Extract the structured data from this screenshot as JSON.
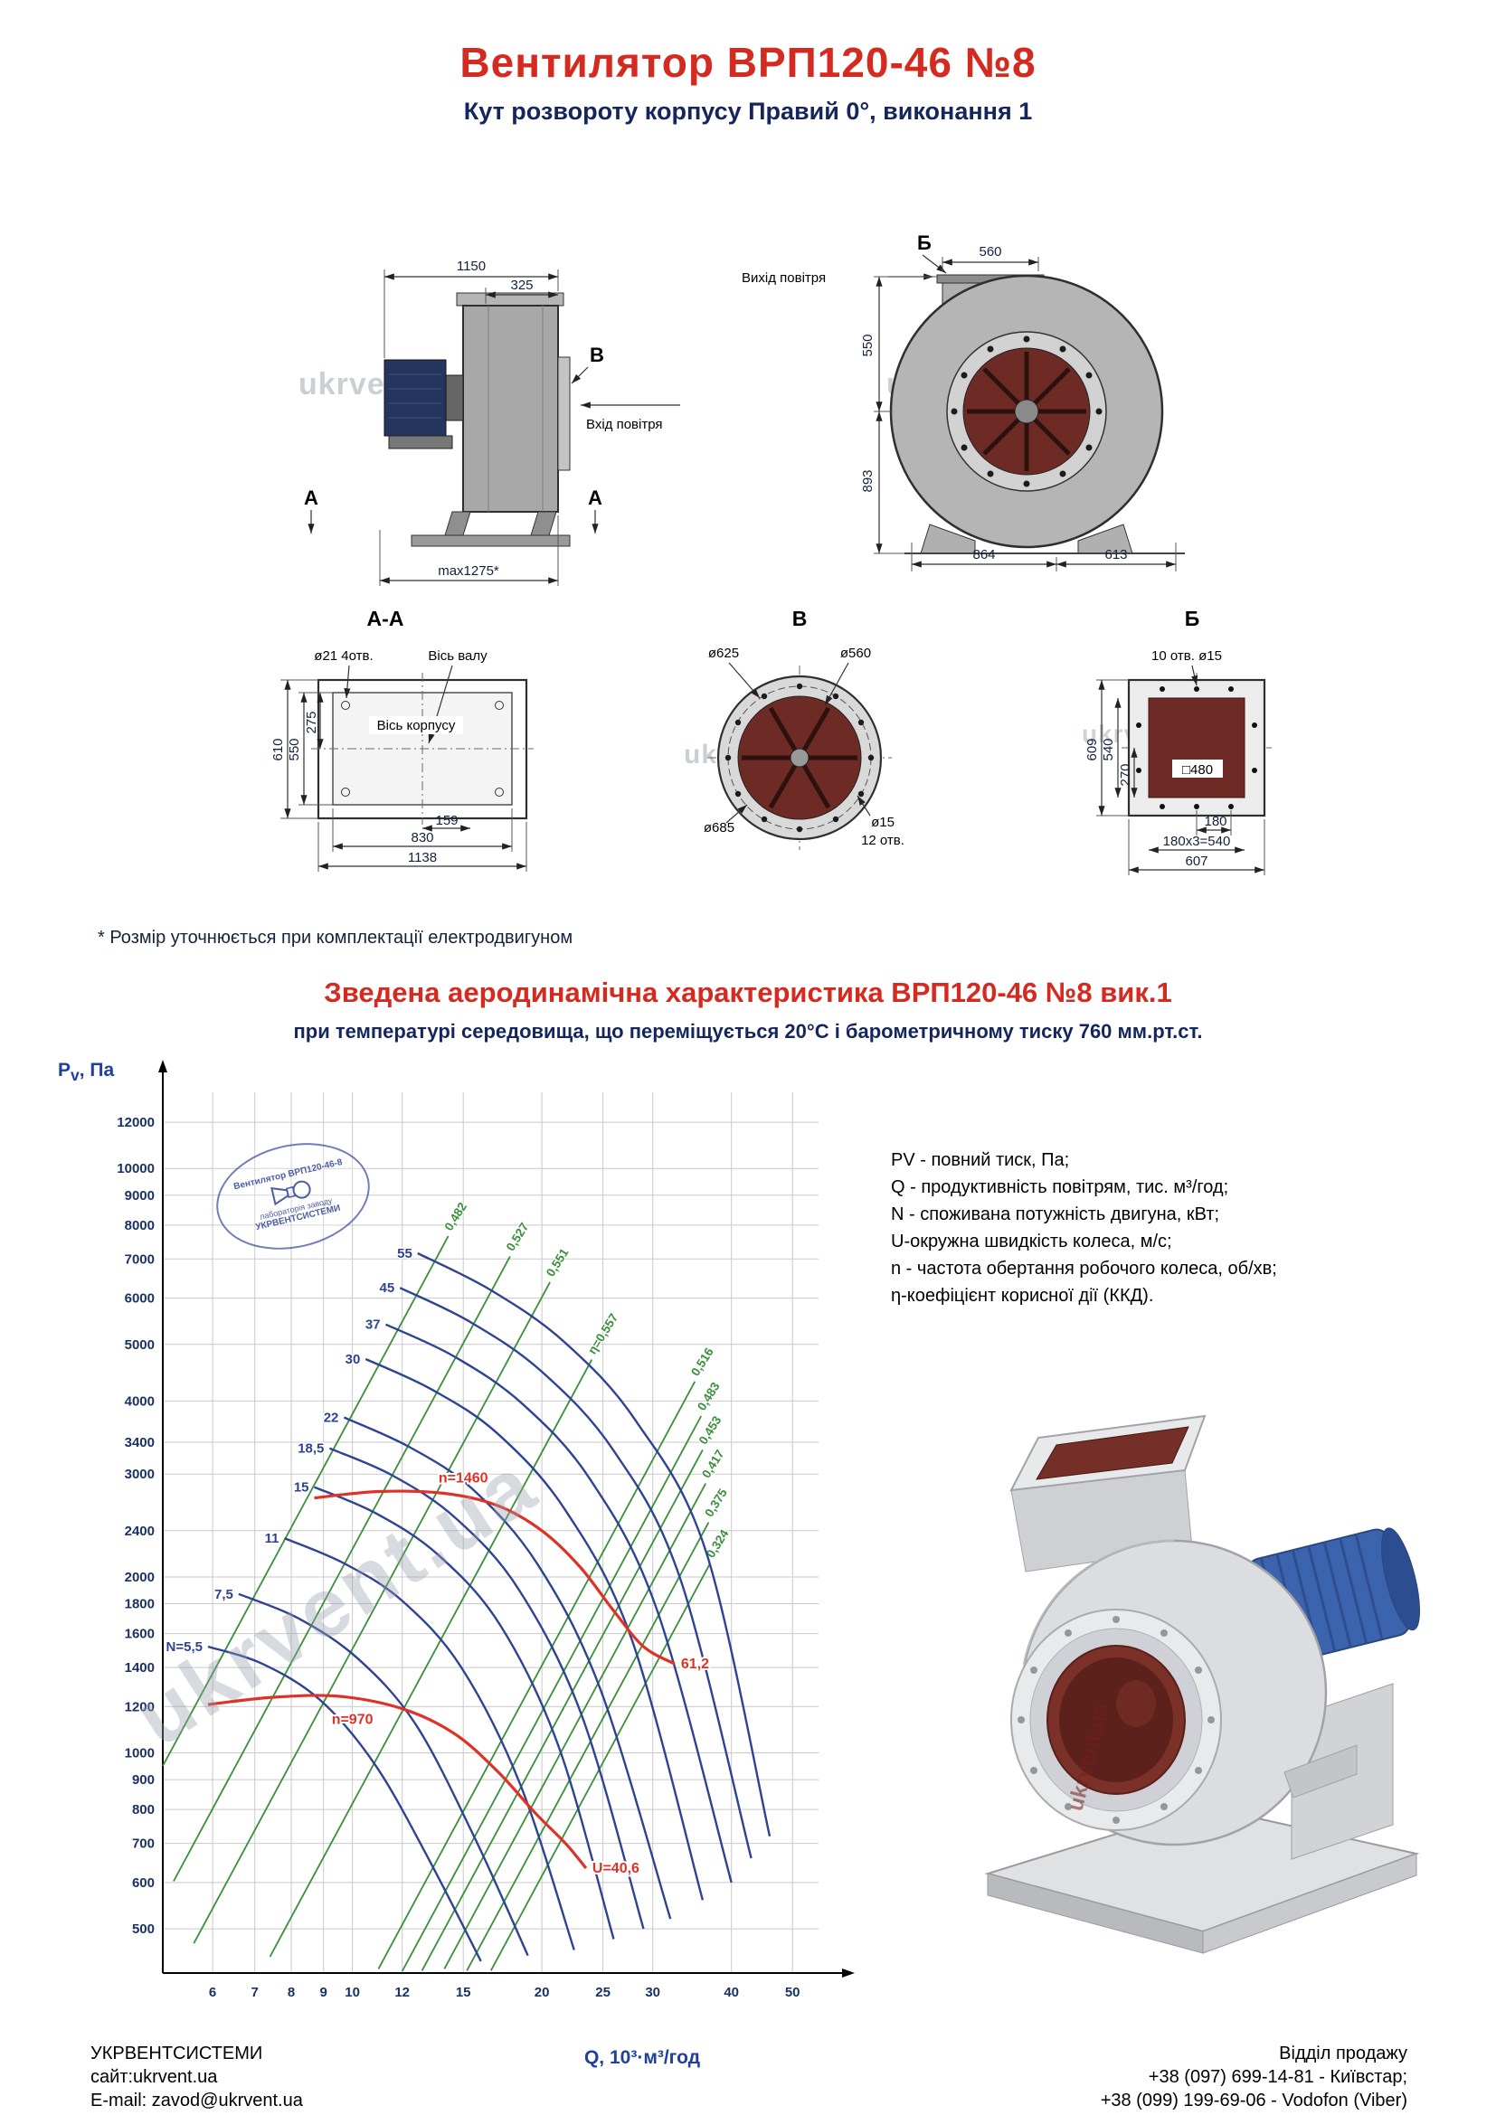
{
  "header": {
    "title": "Вентилятор  ВРП120-46 №8",
    "subtitle": "Кут розвороту корпусу Правий 0°, виконання 1"
  },
  "watermark": "ukrvent.ua",
  "drawings": {
    "side_view": {
      "dim_1150": "1150",
      "dim_325": "325",
      "dim_max": "max1275*",
      "label_v": "В",
      "label_a": "А",
      "inlet_label": "Вхід повітря"
    },
    "front_view": {
      "label_b": "Б",
      "outlet_label": "Вихід повітря",
      "dim_560": "560",
      "dim_550": "550",
      "dim_893": "893",
      "dim_864": "864",
      "dim_613": "613"
    },
    "section_aa": {
      "title": "А-А",
      "holes_label": "ø21 4отв.",
      "shaft_axis_label": "Вісь валу",
      "body_axis_label": "Вісь корпусу",
      "dim_610": "610",
      "dim_550": "550",
      "dim_275": "275",
      "dim_159": "159",
      "dim_830": "830",
      "dim_1138": "1138"
    },
    "section_v": {
      "title": "В",
      "dim_625": "ø625",
      "dim_560": "ø560",
      "dim_685": "ø685",
      "dim_15": "ø15",
      "holes_label": "12 отв."
    },
    "section_b": {
      "title": "Б",
      "holes_label": "10 отв. ø15",
      "dim_609": "609",
      "dim_540": "540",
      "dim_270": "270",
      "dim_480": "□480",
      "dim_180": "180",
      "dim_180x3": "180x3=540",
      "dim_607": "607"
    },
    "note": "* Розмір уточнюється при комплектації електродвигуном"
  },
  "chart_section": {
    "title": "Зведена аеродинамічна характеристика ВРП120-46 №8 вик.1",
    "subtitle": "при температурі середовища, що переміщується 20°С і барометричному тиску 760 мм.рт.ст."
  },
  "chart_data": {
    "type": "line",
    "title": "Зведена аеродинамічна характеристика ВРП120-46 №8 вик.1",
    "grid": true,
    "x_axis": {
      "label": "Q, 10³·м³/год",
      "scale": "log",
      "range": [
        5,
        55
      ],
      "ticks": [
        6,
        7,
        8,
        9,
        10,
        12,
        15,
        20,
        25,
        30,
        40,
        50
      ]
    },
    "y_axis": {
      "label_main": "P",
      "label_sub": "v",
      "label_rest": ", Па",
      "scale": "log",
      "range": [
        420,
        13500
      ],
      "ticks": [
        500,
        600,
        700,
        800,
        900,
        1000,
        1200,
        1400,
        1600,
        1800,
        2000,
        2400,
        3000,
        3400,
        4000,
        5000,
        6000,
        7000,
        8000,
        9000,
        10000,
        12000
      ]
    },
    "power_curves_kw": [
      {
        "label": "55",
        "points": [
          [
            12.7,
            7160
          ],
          [
            16.6,
            6190
          ],
          [
            21.7,
            5050
          ],
          [
            28.2,
            3700
          ],
          [
            36.5,
            2200
          ],
          [
            46,
            720
          ]
        ]
      },
      {
        "label": "45",
        "points": [
          [
            11.9,
            6250
          ],
          [
            15.4,
            5460
          ],
          [
            20,
            4490
          ],
          [
            26,
            3290
          ],
          [
            33.2,
            1980
          ],
          [
            43,
            660
          ]
        ]
      },
      {
        "label": "37",
        "points": [
          [
            11.3,
            5410
          ],
          [
            14.5,
            4770
          ],
          [
            18.6,
            3960
          ],
          [
            23.9,
            2930
          ],
          [
            30.5,
            1750
          ],
          [
            40,
            600
          ]
        ]
      },
      {
        "label": "30",
        "points": [
          [
            10.5,
            4720
          ],
          [
            13.4,
            4180
          ],
          [
            17,
            3520
          ],
          [
            21.8,
            2600
          ],
          [
            27.8,
            1560
          ],
          [
            36,
            560
          ]
        ]
      },
      {
        "label": "22",
        "points": [
          [
            9.7,
            3750
          ],
          [
            12.3,
            3340
          ],
          [
            15.5,
            2830
          ],
          [
            19.7,
            2100
          ],
          [
            24.8,
            1280
          ],
          [
            32,
            520
          ]
        ]
      },
      {
        "label": "18,5",
        "points": [
          [
            9.2,
            3320
          ],
          [
            11.6,
            2980
          ],
          [
            14.6,
            2520
          ],
          [
            18.4,
            1900
          ],
          [
            23.2,
            1150
          ],
          [
            29,
            500
          ]
        ]
      },
      {
        "label": "15",
        "points": [
          [
            8.7,
            2850
          ],
          [
            10.9,
            2570
          ],
          [
            13.7,
            2180
          ],
          [
            17.2,
            1650
          ],
          [
            21.3,
            1020
          ],
          [
            26,
            480
          ]
        ]
      },
      {
        "label": "11",
        "points": [
          [
            7.8,
            2330
          ],
          [
            9.7,
            2110
          ],
          [
            12,
            1820
          ],
          [
            14.9,
            1400
          ],
          [
            18.5,
            880
          ],
          [
            22.5,
            460
          ]
        ]
      },
      {
        "label": "7,5",
        "points": [
          [
            6.6,
            1870
          ],
          [
            8.2,
            1700
          ],
          [
            10.2,
            1450
          ],
          [
            12.6,
            1120
          ],
          [
            15.6,
            720
          ],
          [
            19,
            450
          ]
        ]
      },
      {
        "label": "N=5,5",
        "points": [
          [
            5.9,
            1520
          ],
          [
            7.2,
            1420
          ],
          [
            8.9,
            1230
          ],
          [
            10.9,
            950
          ],
          [
            13.3,
            650
          ],
          [
            16,
            440
          ]
        ]
      }
    ],
    "efficiency_lines": [
      {
        "label": "0,482",
        "points": [
          [
            5,
            950
          ],
          [
            14.2,
            7660
          ]
        ]
      },
      {
        "label": "0,527",
        "points": [
          [
            5.2,
            603
          ],
          [
            17.8,
            7070
          ]
        ]
      },
      {
        "label": "0,551",
        "points": [
          [
            5.6,
            472
          ],
          [
            20.6,
            6390
          ]
        ]
      },
      {
        "label": "η=0,557",
        "points": [
          [
            7.4,
            448
          ],
          [
            24,
            4710
          ]
        ]
      },
      {
        "label": "0,516",
        "points": [
          [
            11,
            427
          ],
          [
            35,
            4320
          ]
        ]
      },
      {
        "label": "0,483",
        "points": [
          [
            12,
            423
          ],
          [
            35.8,
            3770
          ]
        ]
      },
      {
        "label": "0,453",
        "points": [
          [
            12.9,
            424
          ],
          [
            36,
            3300
          ]
        ]
      },
      {
        "label": "0,417",
        "points": [
          [
            14,
            427
          ],
          [
            36.4,
            2890
          ]
        ]
      },
      {
        "label": "0,375",
        "points": [
          [
            15.2,
            424
          ],
          [
            36.8,
            2480
          ]
        ]
      },
      {
        "label": "0,324",
        "points": [
          [
            16.6,
            424
          ],
          [
            37,
            2110
          ]
        ]
      }
    ],
    "fan_curves": [
      {
        "label": "n=1460",
        "label_at": [
          15,
          2900
        ],
        "end_label": "61,2",
        "points": [
          [
            8.7,
            2730
          ],
          [
            11,
            2800
          ],
          [
            14,
            2780
          ],
          [
            17,
            2650
          ],
          [
            20,
            2400
          ],
          [
            23,
            2080
          ],
          [
            26,
            1750
          ],
          [
            29,
            1520
          ],
          [
            32.5,
            1420
          ]
        ]
      },
      {
        "label": "n=970",
        "label_at": [
          10,
          1120
        ],
        "end_label": "U=40,6",
        "points": [
          [
            5.9,
            1210
          ],
          [
            7.5,
            1245
          ],
          [
            9.5,
            1250
          ],
          [
            12,
            1190
          ],
          [
            14.5,
            1080
          ],
          [
            17,
            930
          ],
          [
            19.5,
            790
          ],
          [
            21.8,
            700
          ],
          [
            23.5,
            635
          ]
        ]
      }
    ],
    "colors": {
      "power": "#2e4393",
      "efficiency": "#3a8f3a",
      "fan": "#e03127",
      "grid": "#c9c9c9",
      "axis": "#000000",
      "tick_text": "#1a3164"
    }
  },
  "stamp": {
    "line1": "Вентилятор ВРП120-46-8",
    "line2": "лабораторія заводу",
    "line3": "УКРВЕНТСИСТЕМИ"
  },
  "legend": {
    "lines": [
      "PV - повний тиск, Па;",
      "Q - продуктивність повітрям, тис. м³/год;",
      "N - споживана потужність двигуна, кВт;",
      "U-окружна швидкість колеса, м/с;",
      "n - частота обертання робочого колеса, об/хв;",
      "η-коефіцієнт корисної дії (ККД)."
    ]
  },
  "footer": {
    "company": "УКРВЕНТСИСТЕМИ",
    "site": "сайт:ukrvent.ua",
    "email": "E-mail: zavod@ukrvent.ua",
    "sales_title": "Відділ продажу",
    "phone1": "+38 (097) 699-14-81 - Київстар;",
    "phone2": "+38 (099) 199-69-06 - Vodofon (Viber)"
  }
}
